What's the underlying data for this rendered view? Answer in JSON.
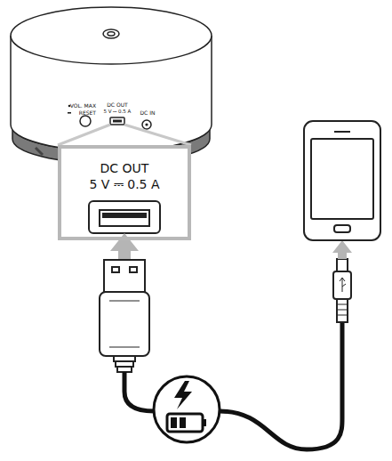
{
  "diagram": {
    "nodes": [
      {
        "text": [
          "DC OUT",
          "5 V ⎓ 0.5 A"
        ]
      }
    ],
    "labels": [
      "VOL. MAX",
      "RESET",
      "DC OUT",
      "5 V ⎓ 0.5 A",
      "DC IN"
    ]
  }
}
